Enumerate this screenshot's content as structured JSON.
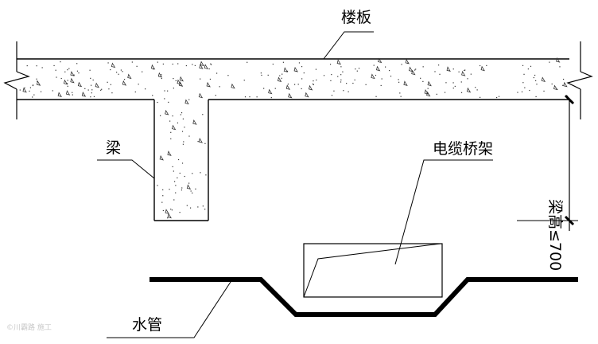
{
  "diagram": {
    "labels": {
      "slab": "楼板",
      "beam": "梁",
      "cable_tray": "电缆桥架",
      "water_pipe": "水管"
    },
    "dimension": {
      "text": "梁高≤700"
    },
    "watermark": "©川霸路 施工"
  },
  "colors": {
    "line": "#000000",
    "background": "#ffffff",
    "dots": "#333333"
  }
}
